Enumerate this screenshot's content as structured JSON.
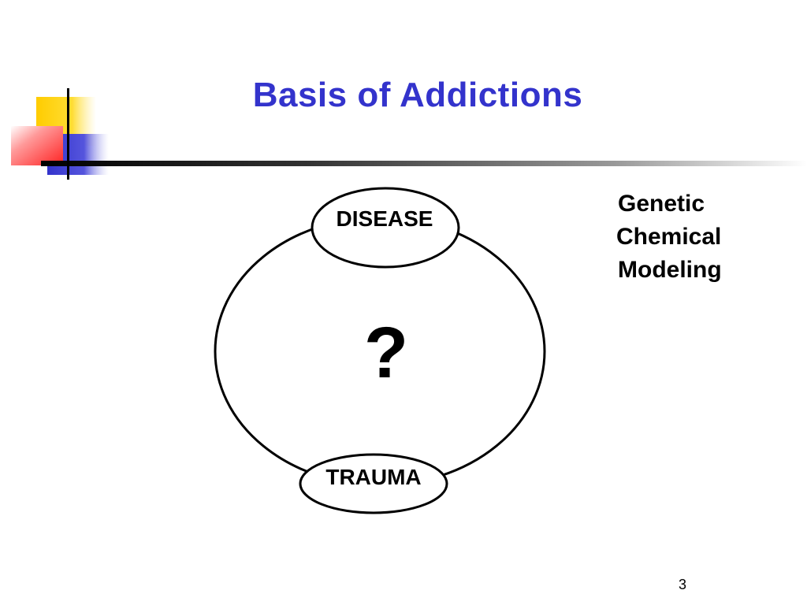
{
  "slide": {
    "title": "Basis of Addictions",
    "page_number": "3"
  },
  "diagram": {
    "top_node": "DISEASE",
    "bottom_node": "TRAUMA",
    "center_symbol": "?"
  },
  "factors": [
    "Genetic",
    "Chemical",
    "Modeling"
  ],
  "colors": {
    "title": "#3333CC",
    "deco_yellow": "#FFCC00",
    "deco_blue": "#3333CC",
    "deco_red": "#FF3333",
    "text": "#000000"
  }
}
